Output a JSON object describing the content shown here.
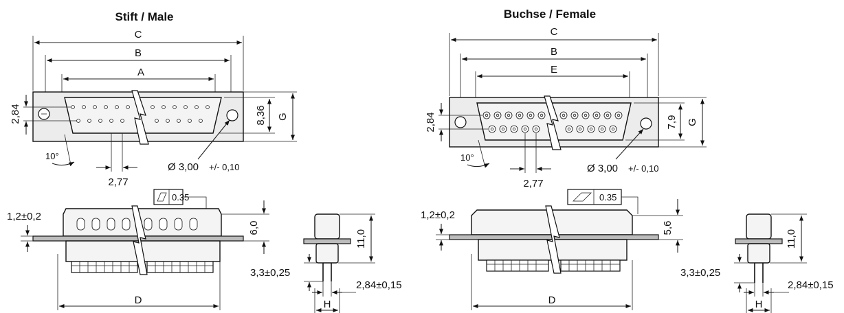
{
  "male": {
    "title": "Stift / Male",
    "dim_c": "C",
    "dim_b": "B",
    "dim_a": "A",
    "dim_g": "G",
    "dim_d": "D",
    "dim_h": "H",
    "pitch_v": "2,84",
    "pitch_h": "2,77",
    "height_v": "8,36",
    "angle": "10°",
    "hole_main": "Ø 3,00",
    "hole_tol": "+/- 0,10",
    "flatness": "0.35",
    "plate_thk": "1,2±0,2",
    "shell_h": "6,0",
    "total_h": "11,0",
    "pin_len": "3,3±0,25",
    "pin_pitch": "2,84±0,15"
  },
  "female": {
    "title": "Buchse / Female",
    "dim_c": "C",
    "dim_b": "B",
    "dim_e": "E",
    "dim_g": "G",
    "dim_d": "D",
    "dim_h": "H",
    "pitch_v": "2,84",
    "pitch_h": "2,77",
    "height_v": "7,9",
    "angle": "10°",
    "hole_main": "Ø 3,00",
    "hole_tol": "+/- 0,10",
    "flatness": "0.35",
    "plate_thk": "1,2±0,2",
    "shell_h": "5,6",
    "total_h": "11,0",
    "pin_len": "3,3±0,25",
    "pin_pitch": "2,84±0,15"
  }
}
